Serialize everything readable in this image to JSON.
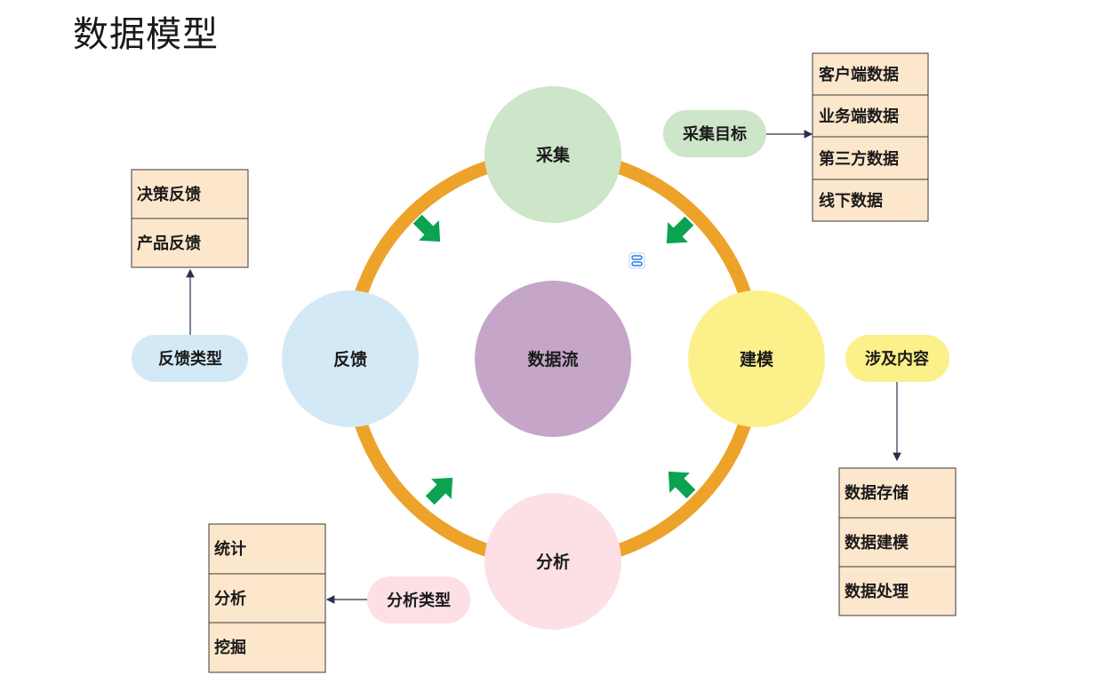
{
  "page": {
    "title": "数据模型"
  },
  "diagram": {
    "center": {
      "label": "数据流",
      "color": "#c5a6c9"
    },
    "nodes": {
      "collect": {
        "label": "采集",
        "color": "#cde5c8"
      },
      "model": {
        "label": "建模",
        "color": "#fbf08a"
      },
      "analyze": {
        "label": "分析",
        "color": "#fce0e6"
      },
      "feedback": {
        "label": "反馈",
        "color": "#d3eaf6"
      }
    },
    "ring_color": "#eda22a",
    "arrow_color": "#0aa352",
    "groups": {
      "collect_target": {
        "label": "采集目标",
        "color": "#cde5c8",
        "items": [
          "客户端数据",
          "业务端数据",
          "第三方数据",
          "线下数据"
        ]
      },
      "model_content": {
        "label": "涉及内容",
        "color": "#fbf08a",
        "items": [
          "数据存储",
          "数据建模",
          "数据处理"
        ]
      },
      "analyze_type": {
        "label": "分析类型",
        "color": "#fce0e6",
        "items": [
          "统计",
          "分析",
          "挖掘"
        ]
      },
      "feedback_type": {
        "label": "反馈类型",
        "color": "#d3eaf6",
        "items": [
          "决策反馈",
          "产品反馈"
        ]
      }
    },
    "list_fill": "#fde7cc"
  }
}
